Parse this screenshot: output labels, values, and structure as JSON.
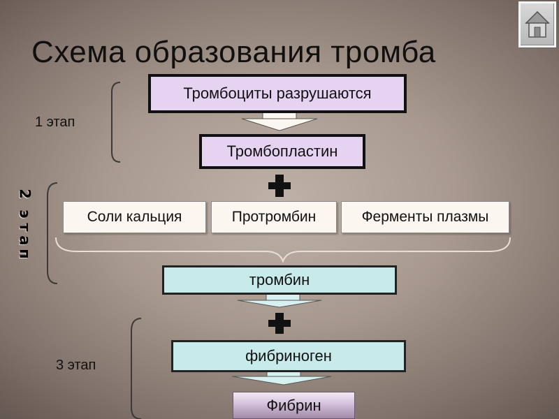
{
  "title": "Схема образования тромба",
  "home_button": {
    "icon": "home-icon"
  },
  "stages": {
    "stage1": "1 этап",
    "stage2_chars": [
      "2",
      "",
      "э",
      "т",
      "а",
      "п"
    ],
    "stage3": "3 этап"
  },
  "boxes": {
    "platelets": "Тромбоциты разрушаются",
    "thromboplastin": "Тромбопластин",
    "calcium_salts": "Соли кальция",
    "prothrombin": "Протромбин",
    "plasma_enzymes": "Ферменты плазмы",
    "thrombin": "тромбин",
    "fibrinogen": "фибриноген",
    "fibrin": "Фибрин"
  },
  "colors": {
    "purple_box": "#e6d3f2",
    "cyan_box": "#c7ebea",
    "white_box": "#fbf6ef"
  }
}
